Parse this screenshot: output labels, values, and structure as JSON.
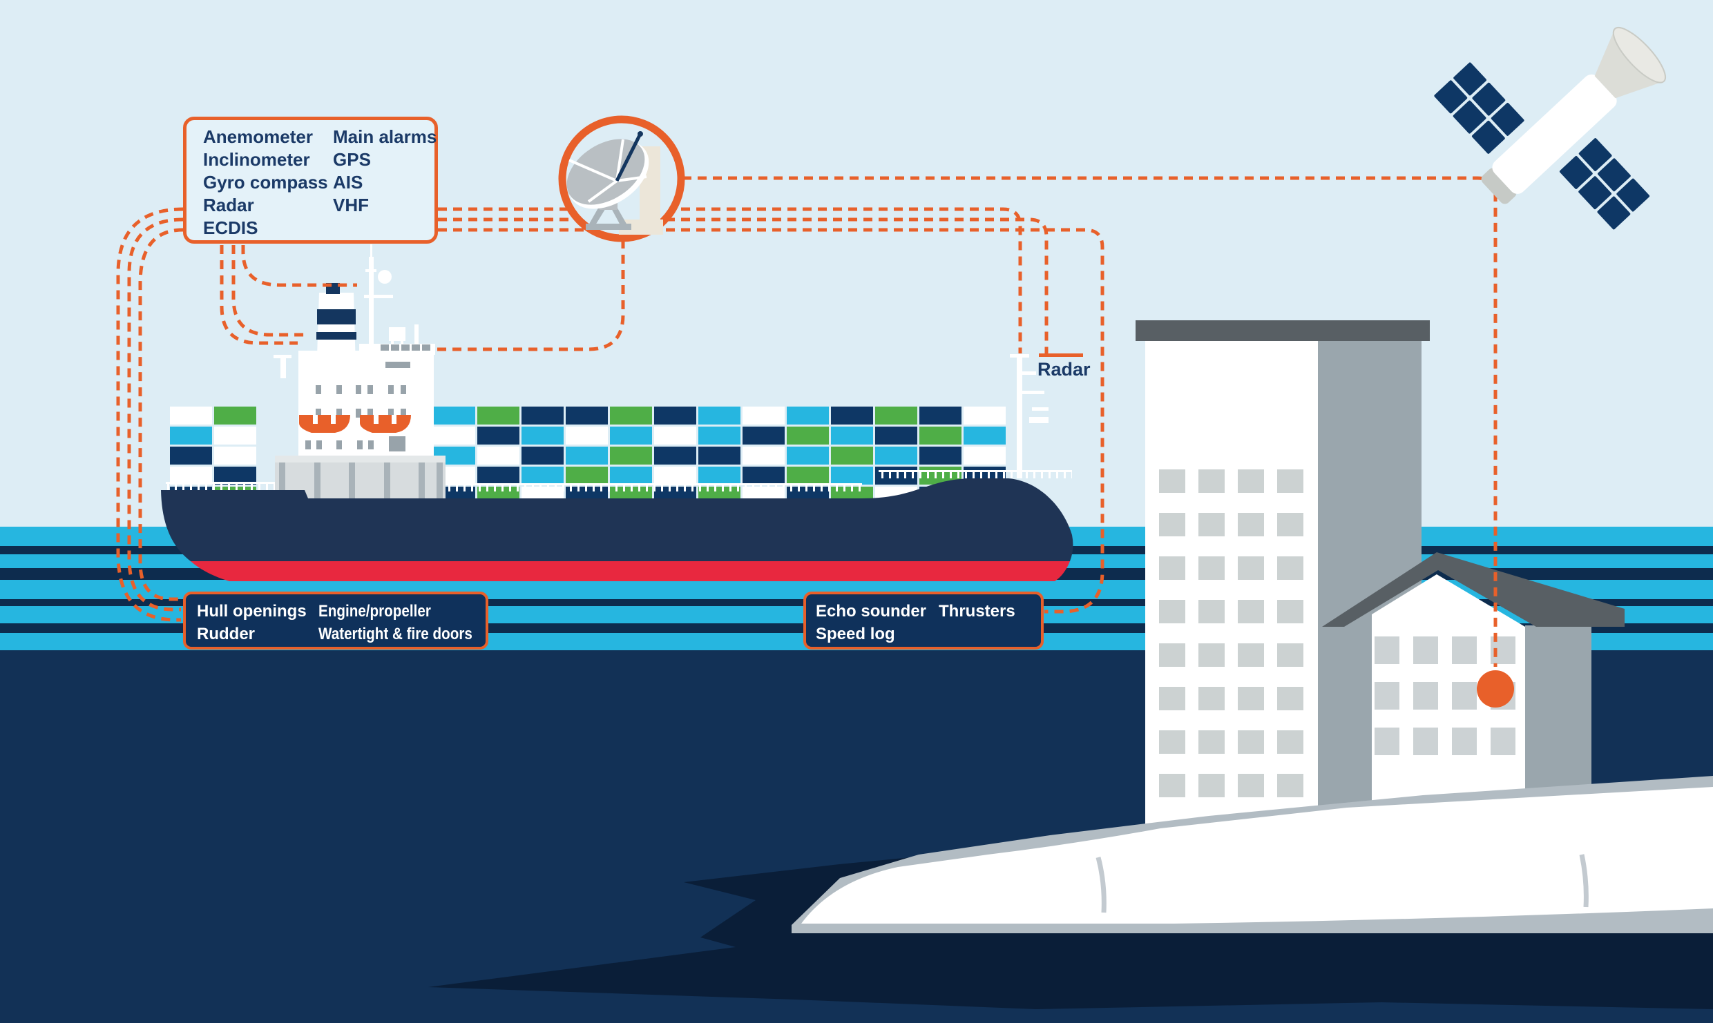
{
  "sensor_box": {
    "column1": [
      "Anemometer",
      "Inclinometer",
      "Gyro compass",
      "Radar",
      "ECDIS"
    ],
    "column2": [
      "Main alarms",
      "GPS",
      "AIS",
      "VHF"
    ]
  },
  "radar_label": {
    "text": "Radar"
  },
  "hull_box": {
    "column1": [
      "Hull openings",
      "Rudder"
    ],
    "column2": [
      "Engine/propeller",
      "Watertight & fire doors"
    ]
  },
  "echo_box": {
    "column1": [
      "Echo sounder",
      "Speed log"
    ],
    "column2": [
      "Thrusters"
    ]
  },
  "colors": {
    "sky": "#ddedf5",
    "sea_cyan": "#26b6e0",
    "sea_navy_stripe": "#0d2c4e",
    "sea_deep": "#123156",
    "shore_shadow": "#0a1e38",
    "hull_navy": "#1f3455",
    "hull_red": "#e8283f",
    "signal_orange": "#e8602a",
    "text_navy": "#1b3a67",
    "label_box_navy": "#0f315b",
    "building_side_gray": "#9aa6ad",
    "roof_gray": "#585f64",
    "island_gray": "#b2bcc3",
    "container_palette": {
      "c": "#26b6e0",
      "g": "#4fae47",
      "n": "#0e3765",
      "w": "#ffffff"
    }
  },
  "ship": {
    "containers": {
      "main_rows": [
        "cgnngncwcngnw",
        "wncwcwcngcngc",
        "cwncgnnwcgcnw",
        "wncgcwcngcngn",
        "ngwngngwngwng"
      ],
      "left_stack_rows": [
        "wg",
        "cw",
        "nw",
        "wn",
        "ng"
      ]
    }
  }
}
